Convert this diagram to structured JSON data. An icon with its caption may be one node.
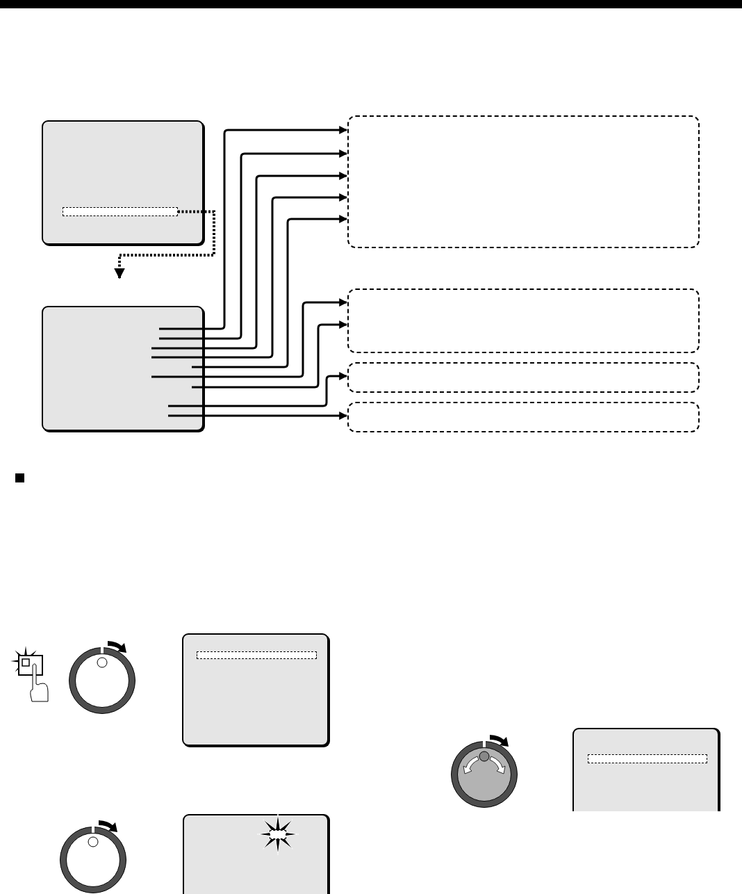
{
  "diagram": {
    "nodes": [
      {
        "text": [],
        "shape": "box"
      },
      {
        "text": [],
        "shape": "box",
        "in": 0
      },
      {
        "text": [],
        "shape": "box"
      },
      {
        "text": [],
        "shape": "box"
      },
      {
        "text": [],
        "shape": "box"
      },
      {
        "text": [],
        "shape": "box"
      },
      {
        "text": [],
        "shape": "box"
      },
      {
        "text": [],
        "shape": "box"
      },
      {
        "text": [],
        "shape": "box",
        "in": 7
      },
      {
        "text": [],
        "shape": "box"
      },
      {
        "text": [],
        "shape": "box",
        "in": 9
      },
      {
        "text": [],
        "shape": "box"
      },
      {
        "text": [],
        "shape": "box",
        "in": 11
      }
    ],
    "edges": [
      {
        "from": 1,
        "to": 2,
        "arrow": "to",
        "style": "dashed"
      },
      {
        "from": 2,
        "to": 3,
        "arrow": "to"
      },
      {
        "from": 2,
        "to": 3,
        "arrow": "to"
      },
      {
        "from": 2,
        "to": 3,
        "arrow": "to"
      },
      {
        "from": 2,
        "to": 3,
        "arrow": "to"
      },
      {
        "from": 2,
        "to": 3,
        "arrow": "to"
      },
      {
        "from": 2,
        "to": 4,
        "arrow": "to"
      },
      {
        "from": 2,
        "to": 4,
        "arrow": "to"
      },
      {
        "from": 2,
        "to": 5,
        "arrow": "to"
      },
      {
        "from": 2,
        "to": 6,
        "arrow": "to"
      }
    ]
  }
}
